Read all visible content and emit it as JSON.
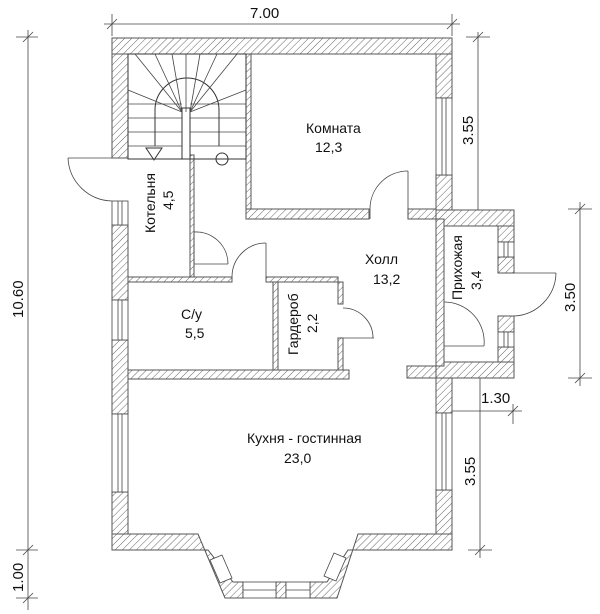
{
  "plan": {
    "dimensions": {
      "top_width": "7.00",
      "left_height": "10.60",
      "left_bay": "1.00",
      "right_upper": "3.55",
      "right_lower": "3.55",
      "vestibule_height": "3.50",
      "vestibule_depth": "1.30"
    },
    "rooms": [
      {
        "name": "Комната",
        "area": "12,3"
      },
      {
        "name": "Котельня",
        "area": "4,5"
      },
      {
        "name": "Холл",
        "area": "13,2"
      },
      {
        "name": "Прихожая",
        "area": "3,4"
      },
      {
        "name": "С/у",
        "area": "5,5"
      },
      {
        "name": "Гардероб",
        "area": "2,2"
      },
      {
        "name": "Кухня - гостинная",
        "area": "23,0"
      }
    ]
  }
}
